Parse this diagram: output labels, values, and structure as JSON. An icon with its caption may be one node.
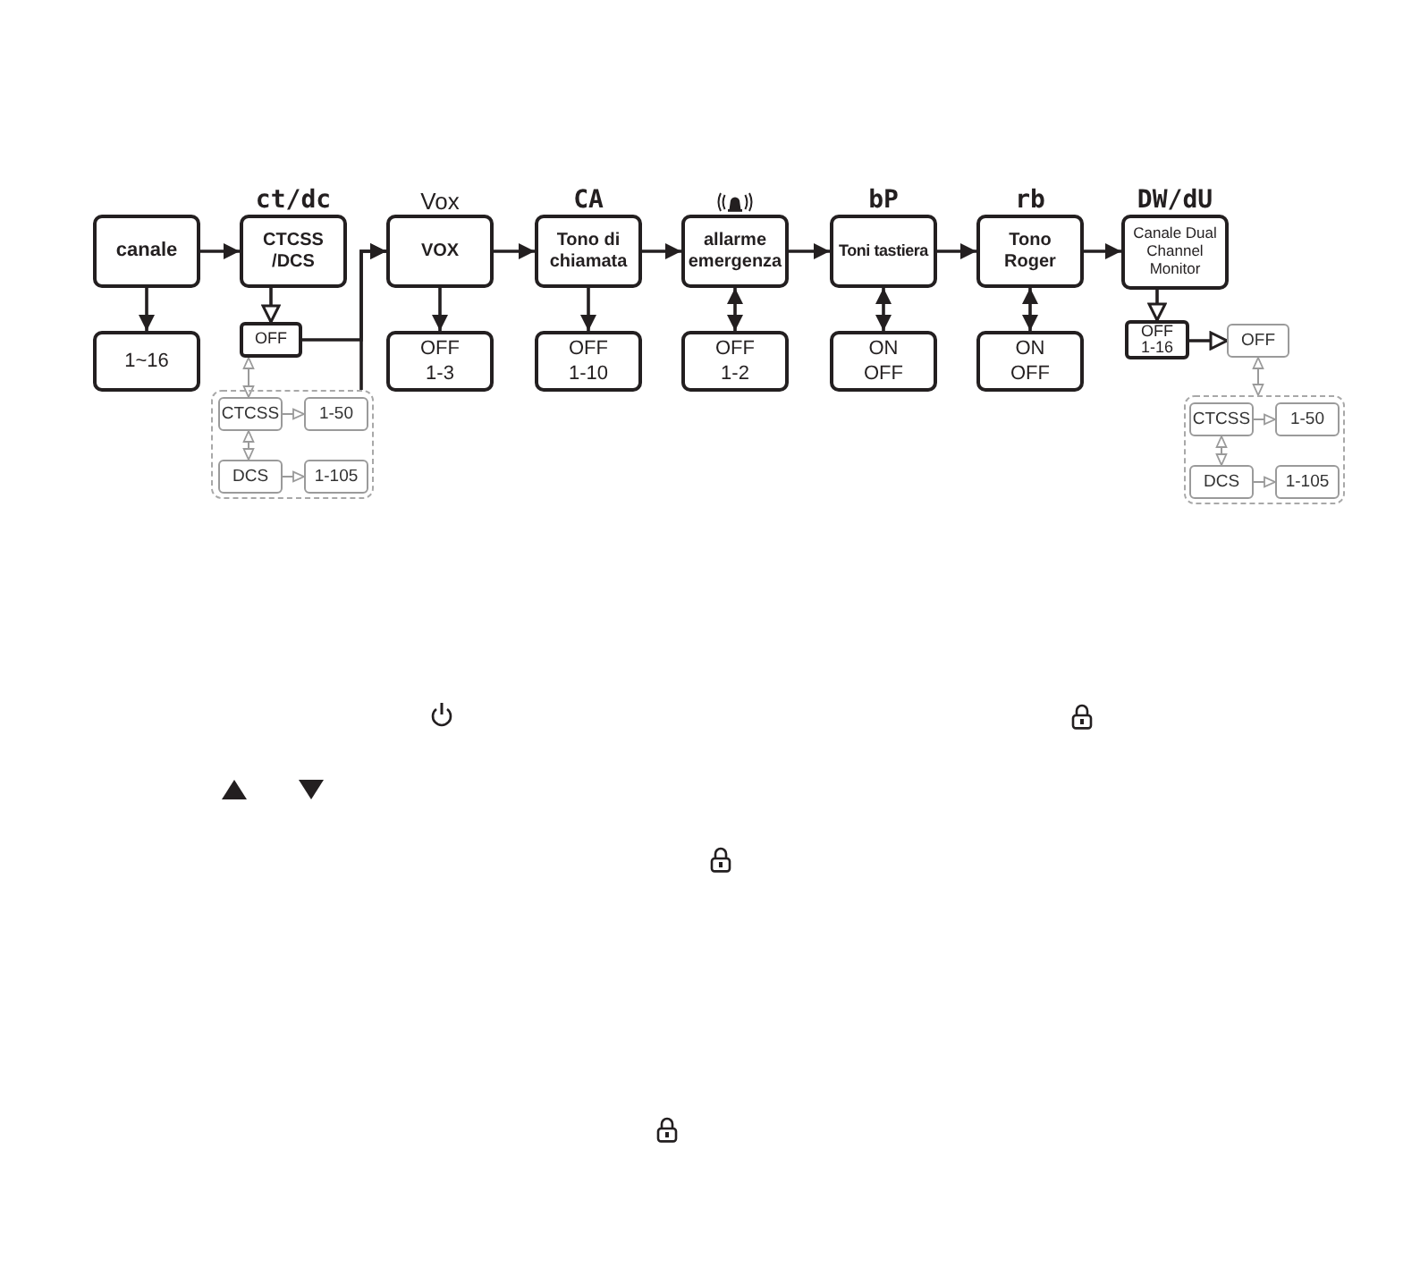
{
  "diagram": {
    "nodes": [
      {
        "text": [
          "canale"
        ]
      },
      {
        "text": [
          "ct/dc",
          "CTCSS /DCS"
        ]
      },
      {
        "text": [
          "Vox",
          "VOX"
        ]
      },
      {
        "text": [
          "CA",
          "Tono di chiamata"
        ]
      },
      {
        "text": [
          "allarme emergenza"
        ]
      },
      {
        "text": [
          "bP",
          "Toni tastiera"
        ]
      },
      {
        "text": [
          "rb",
          "Tono Roger"
        ]
      },
      {
        "text": [
          "DW/dU",
          "Canale Dual Channel Monitor"
        ]
      },
      {
        "text": [
          "1~16"
        ]
      },
      {
        "text": [
          "OFF"
        ]
      },
      {
        "text": [
          "OFF",
          "1-3"
        ]
      },
      {
        "text": [
          "OFF",
          "1-10"
        ]
      },
      {
        "text": [
          "OFF",
          "1-2"
        ]
      },
      {
        "text": [
          "ON",
          "OFF"
        ]
      },
      {
        "text": [
          "ON",
          "OFF"
        ]
      },
      {
        "text": [
          "OFF",
          "1-16"
        ]
      },
      {
        "text": [
          "OFF"
        ]
      },
      {
        "text": [],
        "shape": "box"
      },
      {
        "text": [
          "CTCSS"
        ],
        "in": 17
      },
      {
        "text": [
          "1-50"
        ],
        "in": 17
      },
      {
        "text": [
          "DCS"
        ],
        "in": 17
      },
      {
        "text": [
          "1-105"
        ],
        "in": 17
      },
      {
        "text": [],
        "shape": "box"
      },
      {
        "text": [
          "CTCSS"
        ],
        "in": 22
      },
      {
        "text": [
          "1-50"
        ],
        "in": 22
      },
      {
        "text": [
          "DCS"
        ],
        "in": 22
      },
      {
        "text": [
          "1-105"
        ],
        "in": 22
      }
    ],
    "edges": [
      {
        "from": 0,
        "to": 1,
        "arrow": "to"
      },
      {
        "from": 0,
        "to": 8,
        "arrow": "to"
      },
      {
        "from": 1,
        "to": 9,
        "arrow": "to"
      },
      {
        "from": 9,
        "to": 2,
        "arrow": "to"
      },
      {
        "from": 17,
        "to": 2,
        "arrow": "to"
      },
      {
        "from": 2,
        "to": 3,
        "arrow": "to"
      },
      {
        "from": 2,
        "to": 10,
        "arrow": "to"
      },
      {
        "from": 3,
        "to": 4,
        "arrow": "to"
      },
      {
        "from": 3,
        "to": 11,
        "arrow": "to"
      },
      {
        "from": 4,
        "to": 5,
        "arrow": "to"
      },
      {
        "from": 4,
        "to": 12,
        "arrow": "both"
      },
      {
        "from": 5,
        "to": 6,
        "arrow": "to"
      },
      {
        "from": 5,
        "to": 13,
        "arrow": "both"
      },
      {
        "from": 6,
        "to": 7,
        "arrow": "to"
      },
      {
        "from": 6,
        "to": 14,
        "arrow": "both"
      },
      {
        "from": 7,
        "to": 15,
        "arrow": "to"
      },
      {
        "from": 15,
        "to": 16,
        "arrow": "to"
      },
      {
        "from": 9,
        "to": 18,
        "arrow": "both",
        "color": "#9a9a9a"
      },
      {
        "from": 18,
        "to": 20,
        "arrow": "both",
        "color": "#9a9a9a"
      },
      {
        "from": 18,
        "to": 19,
        "arrow": "to",
        "color": "#9a9a9a"
      },
      {
        "from": 20,
        "to": 21,
        "arrow": "to",
        "color": "#9a9a9a"
      },
      {
        "from": 16,
        "to": 22,
        "arrow": "both",
        "color": "#9a9a9a"
      },
      {
        "from": 23,
        "to": 25,
        "arrow": "both",
        "color": "#9a9a9a"
      },
      {
        "from": 23,
        "to": 24,
        "arrow": "to",
        "color": "#9a9a9a"
      },
      {
        "from": 25,
        "to": 26,
        "arrow": "to",
        "color": "#9a9a9a"
      }
    ]
  }
}
